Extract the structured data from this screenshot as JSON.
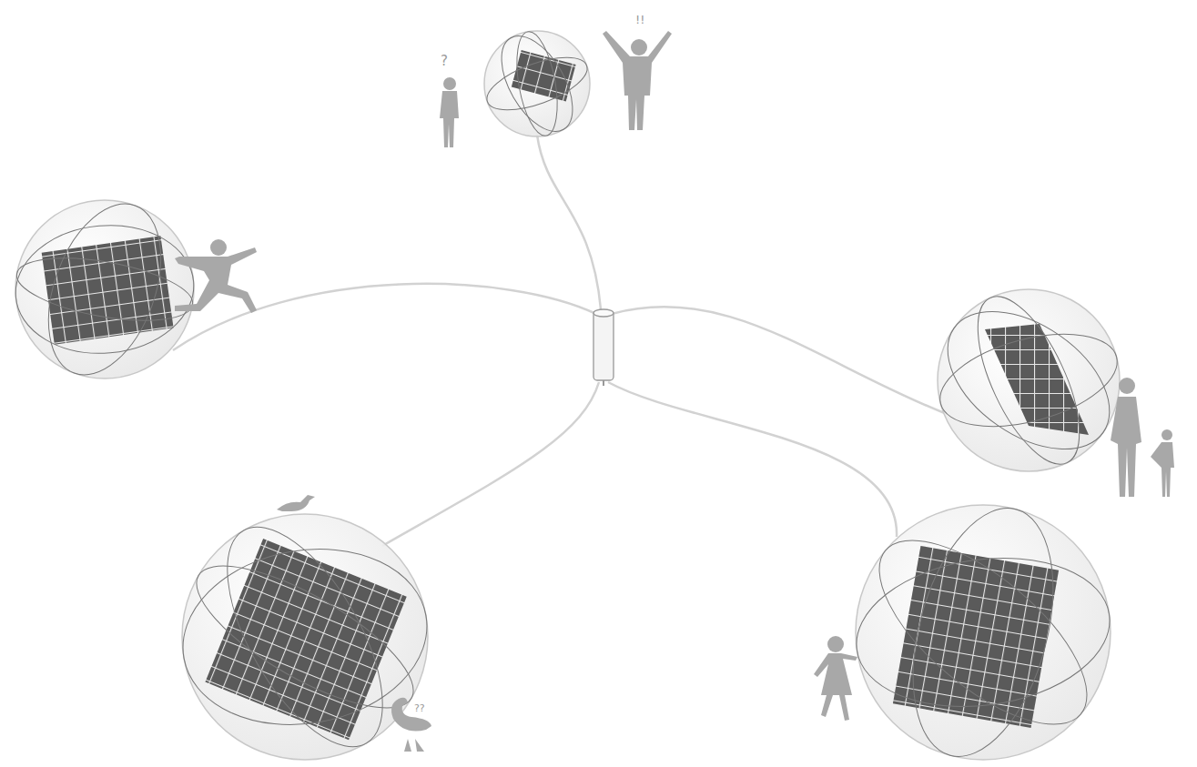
{
  "diagram": {
    "labels": [
      "?",
      "!!",
      "??"
    ]
  }
}
